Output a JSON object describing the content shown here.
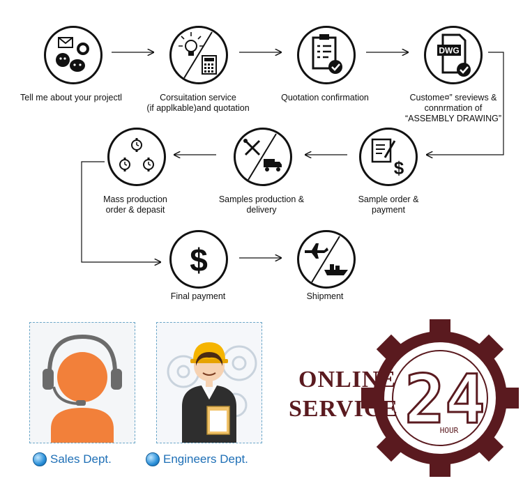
{
  "steps": [
    {
      "id": "project",
      "label": "Tell me about your projectl"
    },
    {
      "id": "consult",
      "label": "Corsuitation service\n(if applkable)and quotation"
    },
    {
      "id": "quote",
      "label": "Quotation confirmation"
    },
    {
      "id": "drawing",
      "label": "Custome¤” sreviews &\nconnrmation of\n“ASSEMBLY DRAWING”",
      "icon_text": "DWG"
    },
    {
      "id": "sample_order",
      "label": "Sample order &\npayment"
    },
    {
      "id": "samples",
      "label": "Samples production &\ndelivery"
    },
    {
      "id": "mass",
      "label": "Mass production\norder & depasit"
    },
    {
      "id": "final",
      "label": "Final payment"
    },
    {
      "id": "shipment",
      "label": "Shipment"
    }
  ],
  "departments": [
    {
      "label": "Sales Dept."
    },
    {
      "label": "Engineers Dept."
    }
  ],
  "online_service": {
    "line1": "ONLINE",
    "line2": "SERVICE",
    "number": "24",
    "unit": "HOUR"
  },
  "colors": {
    "accent_dark_red": "#5a1a1f",
    "dept_blue": "#1e6fb6",
    "headset_orange": "#f2803a"
  }
}
